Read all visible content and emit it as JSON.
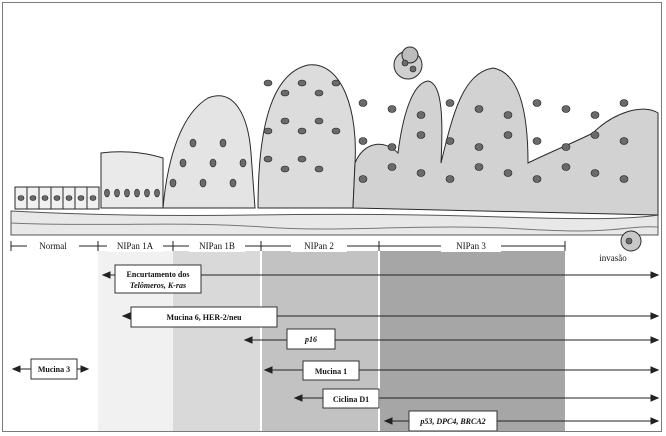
{
  "stages": [
    {
      "label": "Normal"
    },
    {
      "label": "NIPan 1A"
    },
    {
      "label": "NIPan 1B"
    },
    {
      "label": "NIPan 2"
    },
    {
      "label": "NIPan 3"
    }
  ],
  "invasion_label": "invasão",
  "markers": [
    {
      "line1": "Encurtamento dos",
      "line2": "Telômeros, K-ras"
    },
    {
      "line1": "Mucina 6, HER-2/neu",
      "line2": ""
    },
    {
      "line1": "p16",
      "line2": ""
    },
    {
      "line1": "Mucina 1",
      "line2": ""
    },
    {
      "line1": "Ciclina D1",
      "line2": ""
    },
    {
      "line1": "p53, DPC4, BRCA2",
      "line2": ""
    }
  ],
  "normal_marker": "Mucina 3",
  "colors": {
    "band_1a": "#f1f1f1",
    "band_1b": "#d9d9d9",
    "band_2": "#c2c2c2",
    "band_3": "#a6a6a6",
    "line": "#222222"
  }
}
